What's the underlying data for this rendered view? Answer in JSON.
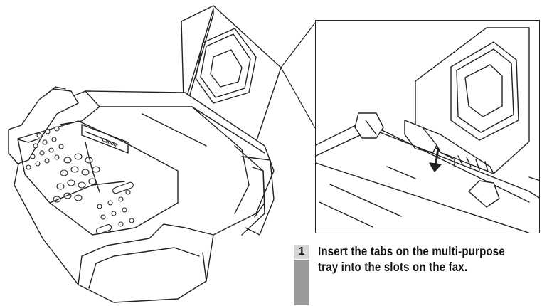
{
  "illustration": {
    "brand_logo_text": "Canon"
  },
  "step": {
    "number": "1",
    "instruction": "Insert the tabs on the multi-purpose tray into the slots on the fax."
  },
  "colors": {
    "line": "#222222",
    "badge_gray": "#9a9a9a",
    "badge_number_bg": "#d6d6d6"
  }
}
